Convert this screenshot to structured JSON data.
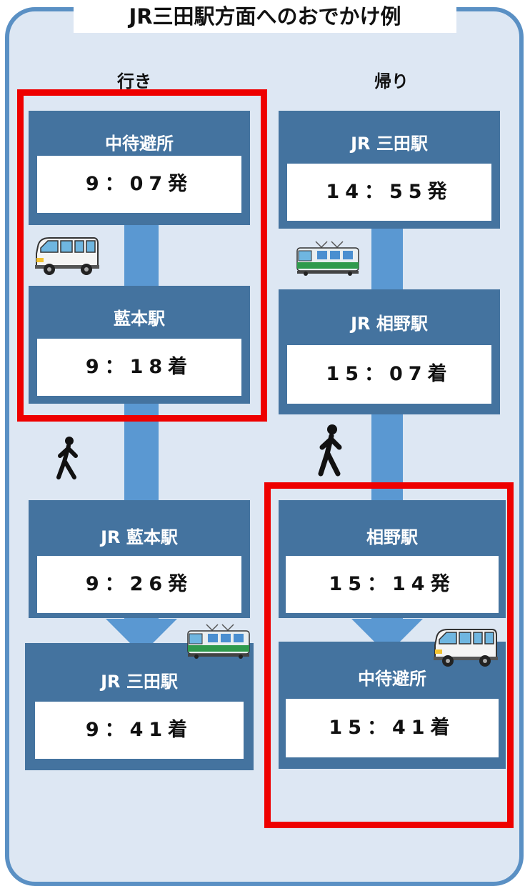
{
  "title": "JR三田駅方面へのおでかけ例",
  "outbound": {
    "label": "行き",
    "stops": [
      {
        "station": "中待避所",
        "time": "9：07発"
      },
      {
        "station": "藍本駅",
        "time": "9：18着"
      },
      {
        "station": "JR 藍本駅",
        "time": "9：26発"
      },
      {
        "station": "JR 三田駅",
        "time": "9：41着"
      }
    ]
  },
  "return": {
    "label": "帰り",
    "stops": [
      {
        "station": "JR 三田駅",
        "time": "14：55発"
      },
      {
        "station": "JR 相野駅",
        "time": "15：07着"
      },
      {
        "station": "相野駅",
        "time": "15：14発"
      },
      {
        "station": "中待避所",
        "time": "15：41着"
      }
    ]
  },
  "icons": {
    "bus": "bus-icon",
    "train": "train-icon",
    "walk": "walking-person-icon"
  },
  "colors": {
    "frame": "#5a90c4",
    "background": "#dde7f3",
    "station_box": "#44739f",
    "arrow": "#5a98d2",
    "highlight": "#ee0000"
  }
}
